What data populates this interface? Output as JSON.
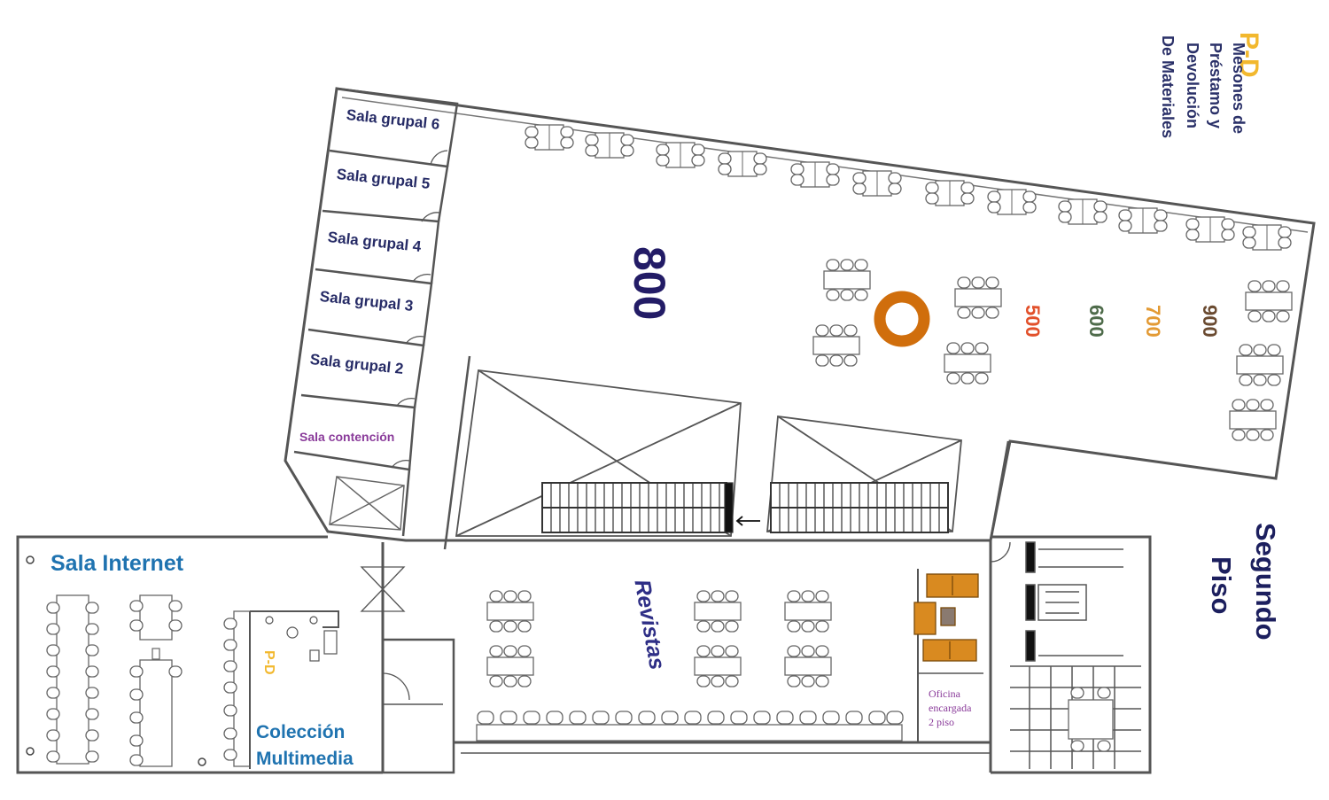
{
  "legend": {
    "code": "P-D",
    "lines": [
      "Mesones de",
      "Préstamo y",
      "Devolución",
      "De Materiales"
    ],
    "code_color": "#f2b82e",
    "text_color": "#2a3068"
  },
  "floor_title": {
    "line1": "Segundo",
    "line2": "Piso",
    "color": "#1c1f5e"
  },
  "rooms": {
    "sala_grupal_6": "Sala grupal 6",
    "sala_grupal_5": "Sala grupal 5",
    "sala_grupal_4": "Sala grupal 4",
    "sala_grupal_3": "Sala grupal 3",
    "sala_grupal_2": "Sala grupal 2",
    "sala_contencion": "Sala contención",
    "sala_internet": "Sala Internet",
    "coleccion_multimedia_1": "Colección",
    "coleccion_multimedia_2": "Multimedia",
    "revistas": "Revistas",
    "oficina_1": "Oficina",
    "oficina_2": "encargada",
    "oficina_3": "2 piso",
    "pd_marker": "P-D"
  },
  "shelf_sections": [
    {
      "label": "800",
      "color": "#231c66"
    },
    {
      "label": "500",
      "color": "#e2502a"
    },
    {
      "label": "600",
      "color": "#4e6b4a"
    },
    {
      "label": "700",
      "color": "#e39a34"
    },
    {
      "label": "900",
      "color": "#6a4a30"
    }
  ],
  "colors": {
    "wall": "#555555",
    "line": "#777777",
    "blue_label": "#1f73b0",
    "purple_label": "#8a3b9a",
    "ring": "#d06e0c",
    "sofa": "#d98a20"
  }
}
